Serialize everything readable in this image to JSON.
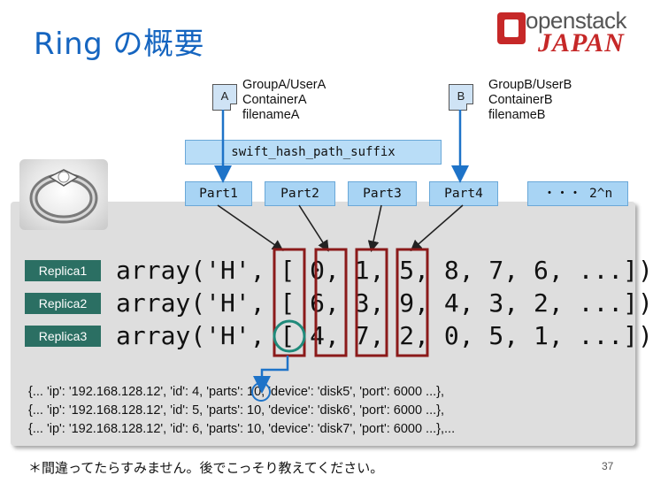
{
  "slide": {
    "title": "Ring の概要",
    "page_number": "37",
    "footnote": "＊間違ってたらすみません。後でこっそり教えてください。"
  },
  "logo": {
    "line1": "openstack",
    "line2": "JAPAN"
  },
  "group_a": {
    "doc_label": "A",
    "group_user": "GroupA/UserA",
    "container": "ContainerA",
    "filename": "filenameA"
  },
  "group_b": {
    "doc_label": "B",
    "group_user": "GroupB/UserB",
    "container": "ContainerB",
    "filename": "filenameB"
  },
  "hash_suffix": "swift_hash_path_suffix",
  "parts": [
    "Part1",
    "Part2",
    "Part3",
    "Part4",
    "・・・ 2^n"
  ],
  "replicas": [
    {
      "label": "Replica1",
      "array": "array('H', [ 0, 1, 5, 8, 7, 6, ...])"
    },
    {
      "label": "Replica2",
      "array": "array('H', [ 6, 3, 9, 4, 3, 2, ...])"
    },
    {
      "label": "Replica3",
      "array": "array('H', [ 4, 7, 2, 0, 5, 1, ...])"
    }
  ],
  "devices": [
    "{... 'ip': '192.168.128.12', 'id': 4, 'parts': 10, 'device': 'disk5', 'port': 6000 ...},",
    "{... 'ip': '192.168.128.12', 'id': 5, 'parts': 10, 'device': 'disk6', 'port': 6000 ...},",
    "{... 'ip': '192.168.128.12', 'id': 6, 'parts': 10, 'device': 'disk7', 'port': 6000 ...},..."
  ],
  "colors": {
    "title": "#1565c0",
    "accent_blue": "#1e73c8",
    "highlight_red": "#8b1a1a",
    "circle_teal": "#1f8a7a",
    "replica_bg": "#2b6f63",
    "part_bg": "#a8d4f4"
  }
}
